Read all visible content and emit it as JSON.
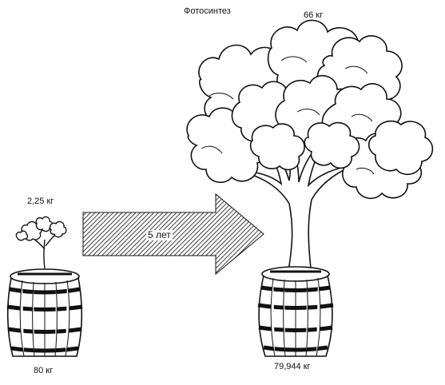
{
  "title": "Фотосинтез",
  "labels": {
    "tree_mass": "66 кг",
    "sapling_mass": "2,25 кг",
    "soil_start": "80 кг",
    "soil_end": "79,944 кг",
    "duration": "5 лет"
  },
  "icons": [
    "sapling-icon",
    "tree-icon",
    "barrel-icon",
    "arrow-icon"
  ],
  "colors": {
    "ink": "#111111",
    "paper": "#ffffff"
  }
}
